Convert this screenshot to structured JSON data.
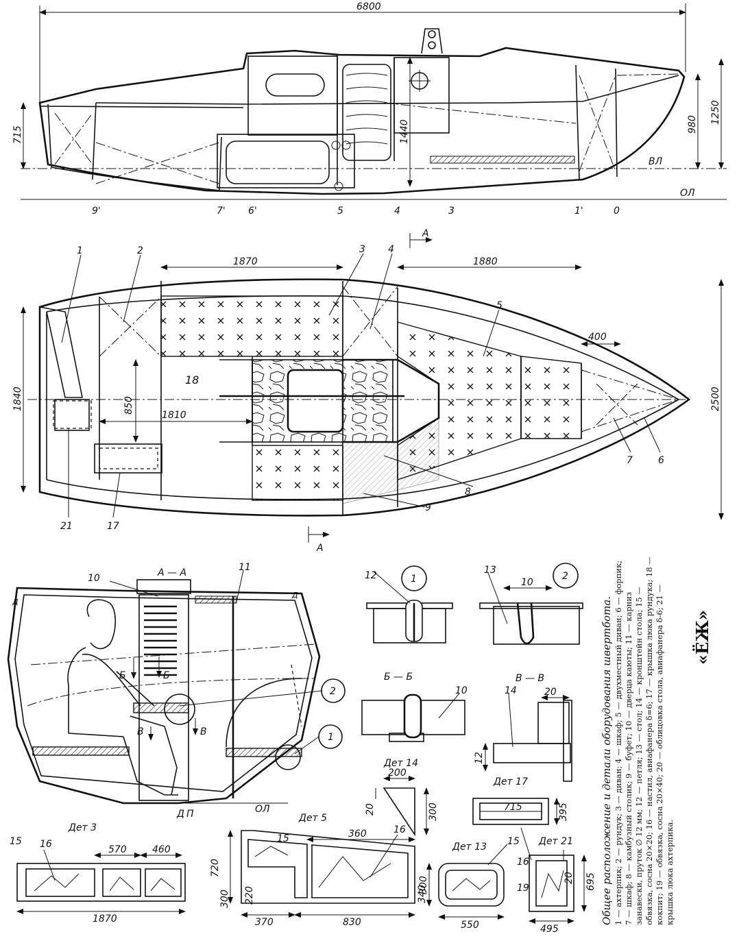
{
  "side_view": {
    "dims": {
      "length": "6800",
      "d715": "715",
      "d1440": "1440",
      "d980": "980",
      "d1250": "1250"
    },
    "lines": {
      "vl": "ВЛ",
      "ol": "ОЛ"
    },
    "stations": [
      "9'",
      "7'",
      "6'",
      "5",
      "4",
      "3",
      "1'",
      "0"
    ]
  },
  "plan_view": {
    "dims": {
      "d1870": "1870",
      "d1880": "1880",
      "d400": "400",
      "d850": "850",
      "d1810": "1810",
      "d1840": "1840",
      "d2500": "2500"
    },
    "section_mark": "А",
    "callouts": [
      "1",
      "2",
      "3",
      "4",
      "5",
      "6",
      "7",
      "8",
      "9",
      "17",
      "18",
      "21"
    ]
  },
  "section_view": {
    "title": "А — А",
    "callouts": [
      "10",
      "11",
      "2",
      "1"
    ],
    "marks": {
      "b": "Б",
      "v": "В",
      "d": "Д",
      "p": "П",
      "ol": "ОЛ"
    }
  },
  "details": {
    "c1": "1",
    "c2": "2",
    "n12": "12",
    "n13": "13",
    "d10": "10",
    "bb": "Б — Б",
    "vv": "В — В",
    "n10": "10",
    "n14": "14",
    "d20": "20",
    "d12": "12",
    "det14": "Дет 14",
    "d200": "200",
    "d20b": "20",
    "d300": "300",
    "det17": "Дет 17",
    "d715": "715",
    "d395": "395",
    "det3": "Дет 3",
    "n15a": "15",
    "n16a": "16",
    "d570": "570",
    "d460": "460",
    "d1870": "1870",
    "det5": "Дет 5",
    "n15b": "15",
    "n16b": "16",
    "d360": "360",
    "d720": "720",
    "d300b": "300",
    "d220": "220",
    "d340": "340",
    "d370": "370",
    "d830": "830",
    "det13": "Дет 13",
    "n15c": "15",
    "d300c": "300",
    "d550": "550",
    "det21": "Дет 21",
    "n16c": "16",
    "n19": "19",
    "d20c": "20",
    "d695": "695",
    "d495": "495"
  },
  "caption": {
    "title": "Общее расположение и детали оборудования швертбота.",
    "text": "1 — ахтерпик; 2 — рундук; 3 — диван; 4 — шкаф; 5 — двухместный диван; 6 — форпик; 7 — шкаф; 8 — камбузный столик; 9 — буфет; 10 — дверца каюты; 11 — карниз занавески, пруток ∅ 12 мм; 12 — петля; 13 — стол; 14 — кронштейн стола; 15 — обвязка, сосна 20×20; 16 — настил, авиафанера δ=6; 17 — крышка люка рундука; 18 — кокпит; 19 — обвязка, сосна 20×40; 20 — облицовка стола, авиафанера δ-6; 21 — крышка люка ахтерпика.",
    "name": "«ЁЖ»"
  }
}
